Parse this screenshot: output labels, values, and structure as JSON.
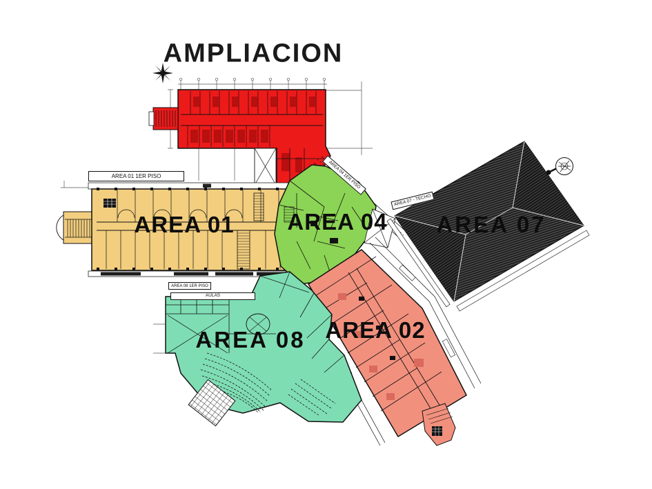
{
  "title": "AMPLIACION",
  "labels": {
    "area01": "AREA 01",
    "area04": "AREA 04",
    "area07": "AREA 07",
    "area02": "AREA 02",
    "area08": "AREA 08"
  },
  "banners": {
    "area01": "AREA 01 1ER PISO",
    "area04": "AREA 04 1ER PISO",
    "area07": "AREA 07 - TECHO",
    "area08": "AREA 08 1ER PISO",
    "area08_sub": "AULAS"
  },
  "colors": {
    "ampliacion": "#ED1A1A",
    "ampliacion_dark": "#B80F0F",
    "area01": "#F2CE7E",
    "area04": "#8CD455",
    "area07_roof": "#4A4A4A",
    "area02": "#F2907E",
    "area08": "#7FDDB4",
    "ink": "#111111"
  },
  "icons": {
    "north_arrow_icon": "compass-star",
    "roof_detail_bubble": "detail-circle"
  }
}
